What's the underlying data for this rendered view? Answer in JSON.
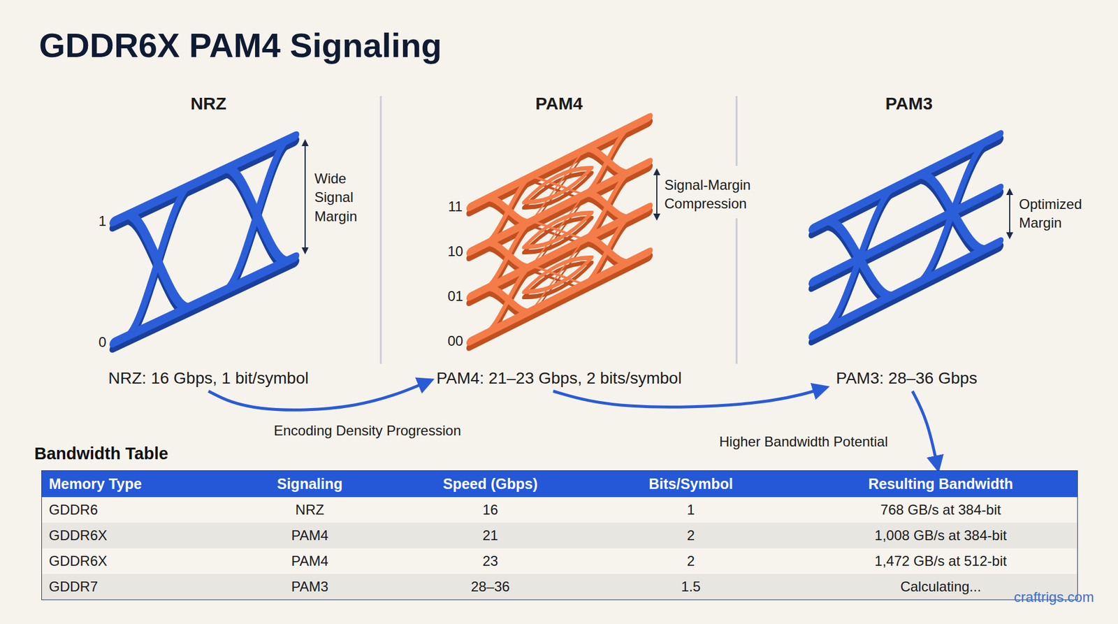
{
  "diagram": {
    "title": "GDDR6X PAM4 Signaling",
    "nodes": [
      {
        "text": [
          "NRZ: 16 Gbps, 1 bit/symbol"
        ]
      },
      {
        "text": [
          "PAM4: 21–23 Gbps, 2 bits/symbol"
        ]
      },
      {
        "text": [
          "PAM3: 28–36 Gbps"
        ]
      },
      {
        "text": [
          "Bandwidth Table"
        ]
      }
    ],
    "edges": [
      {
        "from": 0,
        "to": 1,
        "arrow": "to",
        "label": "Encoding Density Progression"
      },
      {
        "from": 1,
        "to": 2,
        "arrow": "to",
        "label": "Higher Bandwidth Potential"
      },
      {
        "from": 2,
        "to": 3,
        "arrow": "to"
      }
    ],
    "labels": [
      "NRZ",
      "PAM4",
      "PAM3",
      "1",
      "0",
      "Wide Signal Margin",
      "11",
      "10",
      "01",
      "00",
      "Signal-Margin Compression",
      "Optimized Margin",
      "Memory Type",
      "Signaling",
      "Speed (Gbps)",
      "Bits/Symbol",
      "Resulting Bandwidth",
      "GDDR6",
      "NRZ",
      "16",
      "1",
      "768 GB/s at 384-bit",
      "GDDR6X",
      "PAM4",
      "21",
      "2",
      "1,008 GB/s at 384-bit",
      "GDDR6X",
      "PAM4",
      "23",
      "2",
      "1,472 GB/s at 512-bit",
      "GDDR7",
      "PAM3",
      "28–36",
      "1.5",
      "Calculating...",
      "craftrigs.com"
    ]
  }
}
